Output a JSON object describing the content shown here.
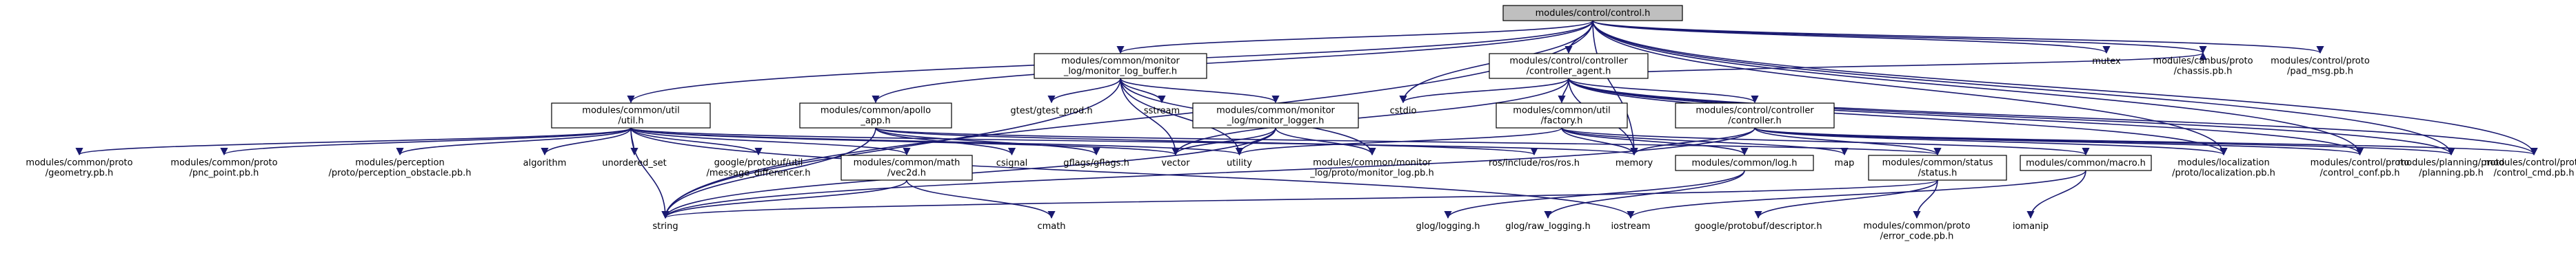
{
  "graph": {
    "type": "include-dependency-graph",
    "root": "control",
    "colors": {
      "edge": "#191970",
      "root_fill": "#bfbfbf",
      "node_fill": "#ffffff",
      "border": "#000000"
    },
    "nodes": [
      {
        "id": "control",
        "lines": [
          "modules/control/control.h"
        ],
        "boxed": true,
        "root": true
      },
      {
        "id": "monlogbuf",
        "lines": [
          "modules/common/monitor",
          "_log/monitor_log_buffer.h"
        ],
        "boxed": true
      },
      {
        "id": "ctrlagent",
        "lines": [
          "modules/control/controller",
          "/controller_agent.h"
        ],
        "boxed": true
      },
      {
        "id": "mutex",
        "lines": [
          "mutex"
        ],
        "boxed": false
      },
      {
        "id": "chassis",
        "lines": [
          "modules/canbus/proto",
          "/chassis.pb.h"
        ],
        "boxed": false
      },
      {
        "id": "padmsg",
        "lines": [
          "modules/control/proto",
          "/pad_msg.pb.h"
        ],
        "boxed": false
      },
      {
        "id": "util",
        "lines": [
          "modules/common/util",
          "/util.h"
        ],
        "boxed": true
      },
      {
        "id": "apolloapp",
        "lines": [
          "modules/common/apollo",
          "_app.h"
        ],
        "boxed": true
      },
      {
        "id": "monlogger",
        "lines": [
          "modules/common/monitor",
          "_log/monitor_logger.h"
        ],
        "boxed": true
      },
      {
        "id": "gtest",
        "lines": [
          "gtest/gtest_prod.h"
        ],
        "boxed": false
      },
      {
        "id": "sstream",
        "lines": [
          "sstream"
        ],
        "boxed": false
      },
      {
        "id": "cstdio",
        "lines": [
          "cstdio"
        ],
        "boxed": false
      },
      {
        "id": "factory",
        "lines": [
          "modules/common/util",
          "/factory.h"
        ],
        "boxed": true
      },
      {
        "id": "controller",
        "lines": [
          "modules/control/controller",
          "/controller.h"
        ],
        "boxed": true
      },
      {
        "id": "geometry",
        "lines": [
          "modules/common/proto",
          "/geometry.pb.h"
        ],
        "boxed": false
      },
      {
        "id": "pncpoint",
        "lines": [
          "modules/common/proto",
          "/pnc_point.pb.h"
        ],
        "boxed": false
      },
      {
        "id": "percobst",
        "lines": [
          "modules/perception",
          "/proto/perception_obstacle.pb.h"
        ],
        "boxed": false
      },
      {
        "id": "algorithm",
        "lines": [
          "algorithm"
        ],
        "boxed": false
      },
      {
        "id": "unordset",
        "lines": [
          "unordered_set"
        ],
        "boxed": false
      },
      {
        "id": "msgdiff",
        "lines": [
          "google/protobuf/util",
          "/message_differencer.h"
        ],
        "boxed": false
      },
      {
        "id": "vec2d",
        "lines": [
          "modules/common/math",
          "/vec2d.h"
        ],
        "boxed": true
      },
      {
        "id": "csignal",
        "lines": [
          "csignal"
        ],
        "boxed": false
      },
      {
        "id": "gflags",
        "lines": [
          "gflags/gflags.h"
        ],
        "boxed": false
      },
      {
        "id": "vector",
        "lines": [
          "vector"
        ],
        "boxed": false
      },
      {
        "id": "utility",
        "lines": [
          "utility"
        ],
        "boxed": false
      },
      {
        "id": "monlogpb",
        "lines": [
          "modules/common/monitor",
          "_log/proto/monitor_log.pb.h"
        ],
        "boxed": false
      },
      {
        "id": "rosh",
        "lines": [
          "ros/include/ros/ros.h"
        ],
        "boxed": false
      },
      {
        "id": "memory",
        "lines": [
          "memory"
        ],
        "boxed": false
      },
      {
        "id": "logh",
        "lines": [
          "modules/common/log.h"
        ],
        "boxed": true
      },
      {
        "id": "map",
        "lines": [
          "map"
        ],
        "boxed": false
      },
      {
        "id": "status",
        "lines": [
          "modules/common/status",
          "/status.h"
        ],
        "boxed": true
      },
      {
        "id": "macro",
        "lines": [
          "modules/common/macro.h"
        ],
        "boxed": true
      },
      {
        "id": "localization",
        "lines": [
          "modules/localization",
          "/proto/localization.pb.h"
        ],
        "boxed": false
      },
      {
        "id": "controlconf",
        "lines": [
          "modules/control/proto",
          "/control_conf.pb.h"
        ],
        "boxed": false
      },
      {
        "id": "planning",
        "lines": [
          "modules/planning/proto",
          "/planning.pb.h"
        ],
        "boxed": false
      },
      {
        "id": "controlcmd",
        "lines": [
          "modules/control/proto",
          "/control_cmd.pb.h"
        ],
        "boxed": false
      },
      {
        "id": "string",
        "lines": [
          "string"
        ],
        "boxed": false
      },
      {
        "id": "cmath",
        "lines": [
          "cmath"
        ],
        "boxed": false
      },
      {
        "id": "glog",
        "lines": [
          "glog/logging.h"
        ],
        "boxed": false
      },
      {
        "id": "glograw",
        "lines": [
          "glog/raw_logging.h"
        ],
        "boxed": false
      },
      {
        "id": "iostream",
        "lines": [
          "iostream"
        ],
        "boxed": false
      },
      {
        "id": "descriptor",
        "lines": [
          "google/protobuf/descriptor.h"
        ],
        "boxed": false
      },
      {
        "id": "errorcode",
        "lines": [
          "modules/common/proto",
          "/error_code.pb.h"
        ],
        "boxed": false
      },
      {
        "id": "iomanip",
        "lines": [
          "iomanip"
        ],
        "boxed": false
      }
    ],
    "edges": [
      [
        "control",
        "monlogbuf"
      ],
      [
        "control",
        "ctrlagent"
      ],
      [
        "control",
        "mutex"
      ],
      [
        "control",
        "chassis"
      ],
      [
        "control",
        "padmsg"
      ],
      [
        "control",
        "util"
      ],
      [
        "control",
        "apolloapp"
      ],
      [
        "control",
        "cstdio"
      ],
      [
        "control",
        "memory"
      ],
      [
        "control",
        "string"
      ],
      [
        "control",
        "controlconf"
      ],
      [
        "control",
        "planning"
      ],
      [
        "control",
        "controlcmd"
      ],
      [
        "control",
        "localization"
      ],
      [
        "monlogbuf",
        "monlogger"
      ],
      [
        "monlogbuf",
        "gtest"
      ],
      [
        "monlogbuf",
        "sstream"
      ],
      [
        "monlogbuf",
        "vector"
      ],
      [
        "monlogbuf",
        "string"
      ],
      [
        "monlogbuf",
        "monlogpb"
      ],
      [
        "monlogbuf",
        "utility"
      ],
      [
        "ctrlagent",
        "cstdio"
      ],
      [
        "ctrlagent",
        "factory"
      ],
      [
        "ctrlagent",
        "controller"
      ],
      [
        "ctrlagent",
        "memory"
      ],
      [
        "ctrlagent",
        "vector"
      ],
      [
        "ctrlagent",
        "controlconf"
      ],
      [
        "ctrlagent",
        "planning"
      ],
      [
        "ctrlagent",
        "controlcmd"
      ],
      [
        "ctrlagent",
        "localization"
      ],
      [
        "ctrlagent",
        "chassis"
      ],
      [
        "util",
        "geometry"
      ],
      [
        "util",
        "pncpoint"
      ],
      [
        "util",
        "percobst"
      ],
      [
        "util",
        "algorithm"
      ],
      [
        "util",
        "unordset"
      ],
      [
        "util",
        "msgdiff"
      ],
      [
        "util",
        "vec2d"
      ],
      [
        "util",
        "vector"
      ],
      [
        "util",
        "utility"
      ],
      [
        "util",
        "string"
      ],
      [
        "util",
        "memory"
      ],
      [
        "util",
        "iostream"
      ],
      [
        "apolloapp",
        "csignal"
      ],
      [
        "apolloapp",
        "gflags"
      ],
      [
        "apolloapp",
        "string"
      ],
      [
        "apolloapp",
        "rosh"
      ],
      [
        "apolloapp",
        "status"
      ],
      [
        "monlogger",
        "vector"
      ],
      [
        "monlogger",
        "utility"
      ],
      [
        "monlogger",
        "monlogpb"
      ],
      [
        "monlogger",
        "string"
      ],
      [
        "factory",
        "memory"
      ],
      [
        "factory",
        "map"
      ],
      [
        "factory",
        "utility"
      ],
      [
        "factory",
        "logh"
      ],
      [
        "factory",
        "macro"
      ],
      [
        "controller",
        "memory"
      ],
      [
        "controller",
        "string"
      ],
      [
        "controller",
        "status"
      ],
      [
        "controller",
        "controlconf"
      ],
      [
        "controller",
        "planning"
      ],
      [
        "controller",
        "controlcmd"
      ],
      [
        "controller",
        "localization"
      ],
      [
        "vec2d",
        "string"
      ],
      [
        "vec2d",
        "cmath"
      ],
      [
        "logh",
        "glog"
      ],
      [
        "logh",
        "glograw"
      ],
      [
        "status",
        "string"
      ],
      [
        "status",
        "descriptor"
      ],
      [
        "status",
        "errorcode"
      ],
      [
        "macro",
        "iostream"
      ],
      [
        "macro",
        "iomanip"
      ]
    ]
  }
}
